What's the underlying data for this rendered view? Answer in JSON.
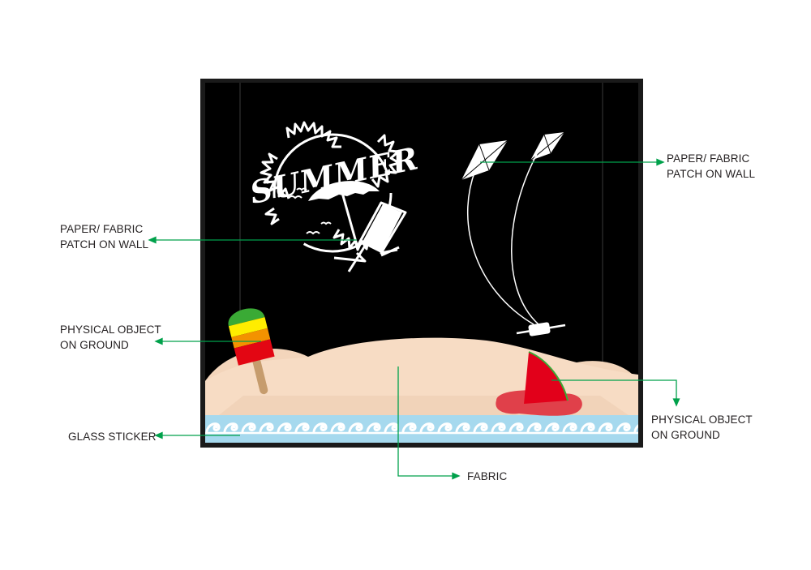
{
  "sign": {
    "word": "SUMMER"
  },
  "callouts": {
    "wall_patch_right": {
      "line1": "PAPER/ FABRIC",
      "line2": "PATCH ON WALL"
    },
    "wall_patch_left": {
      "line1": "PAPER/ FABRIC",
      "line2": "PATCH ON WALL"
    },
    "physical_left": {
      "line1": "PHYSICAL OBJECT",
      "line2": "ON GROUND"
    },
    "physical_right": {
      "line1": "PHYSICAL OBJECT",
      "line2": "ON GROUND"
    },
    "glass_sticker": {
      "line1": "GLASS STICKER"
    },
    "fabric": {
      "line1": "FABRIC"
    }
  },
  "colors": {
    "frame": "#1a1a1a",
    "backdrop": "#000000",
    "sand": "#f7dcc4",
    "sand_shadow": "#eccbb0",
    "water": "#a6d9ee",
    "wave": "#ffffff",
    "leader_line": "#00a14b",
    "popsicle_green": "#3aaa35",
    "popsicle_yellow": "#ffed00",
    "popsicle_orange": "#f39200",
    "popsicle_red": "#e30613",
    "stick": "#c69c6d",
    "fin": "#e2001a",
    "puddle": "#e0404a"
  }
}
